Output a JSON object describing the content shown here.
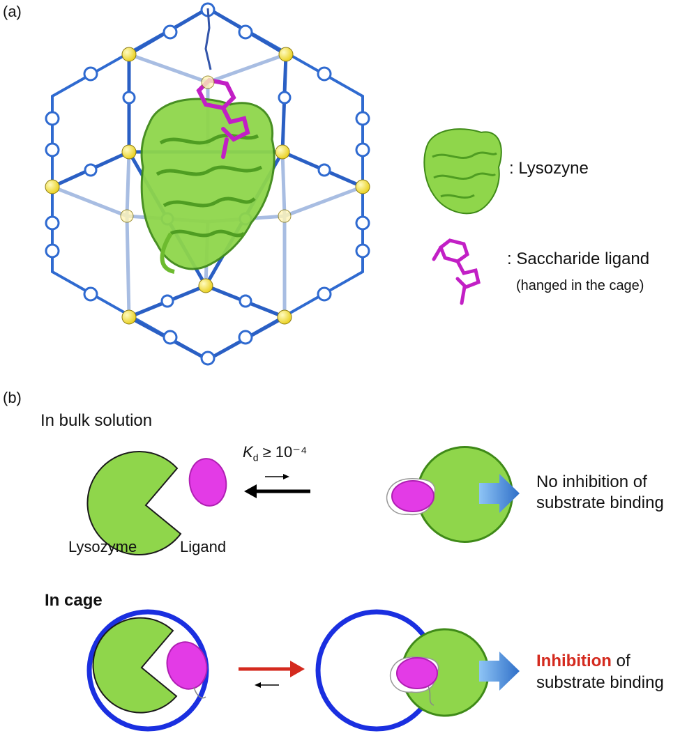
{
  "panel_a": {
    "label": "(a)",
    "legend": {
      "lysozyme": ": Lysozyne",
      "ligand": ": Saccharide ligand",
      "ligand_note": "(hanged in the cage)"
    }
  },
  "panel_b": {
    "label": "(b)",
    "bulk": {
      "heading": "In bulk solution",
      "kd_symbol": "K",
      "kd_sub": "d",
      "kd_rest": " ≥ 10⁻⁴",
      "lysozyme_label": "Lysozyme",
      "ligand_label": "Ligand",
      "result_line1": "No inhibition of",
      "result_line2": "substrate binding"
    },
    "cage": {
      "heading": "In cage",
      "result_highlight": "Inhibition",
      "result_line1_rest": " of",
      "result_line2": "substrate binding"
    }
  },
  "colors": {
    "cage_blue": "#2f6ad0",
    "cage_ring": "#1a2fe0",
    "protein_green": "#8bd24a",
    "protein_outline": "#3f8a18",
    "ligand_magenta": "#e33be6",
    "ligand_outline": "#c21fc5",
    "pd_yellow": "#f2e23a",
    "arrow_red": "#d42a1e",
    "arrow_blue": "#3a7fd0"
  }
}
